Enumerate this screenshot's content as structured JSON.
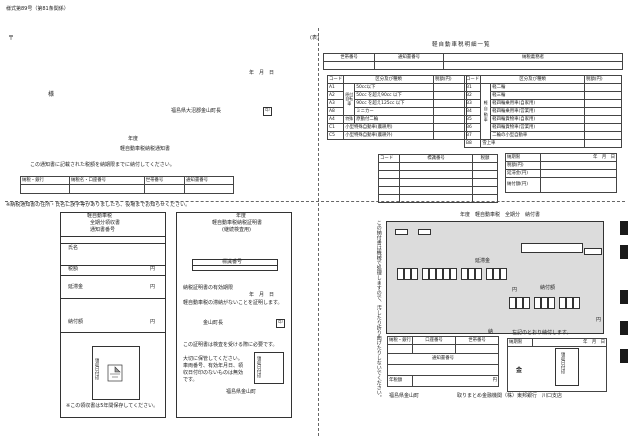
{
  "header": {
    "form_no": "様式第89号（第81条関係）",
    "postal_mark": "〒",
    "sama": "様",
    "date": "年　月　日",
    "issuer": "福島県大沼郡金山町長",
    "seal_mark": "印",
    "mid_mark": "(表)"
  },
  "notice": {
    "year": "年度",
    "title": "軽自動車税納税通知書",
    "instruction": "この通知書に記載された税額を納期限までに納付してください。",
    "columns": [
      "納税・銀行",
      "納税名・口座番号",
      "世帯番号",
      "通知書番号"
    ],
    "footnote": "※納税通知書の住所・氏名に誤字等がありましたら、役場までお知らせください。"
  },
  "detail": {
    "title": "軽自動車税明細一覧",
    "header_cols": [
      "世帯番号",
      "通知書番号",
      "納税義務者"
    ],
    "tax_header_left": [
      "コード",
      "区分及び種類",
      "税額(円)"
    ],
    "tax_header_right": [
      "コード",
      "区分及び種類",
      "税額(円)"
    ],
    "left_group1": "原付自転車",
    "left_group2": "特殊",
    "left_rows": [
      {
        "code": "A1",
        "desc": "50cc以下"
      },
      {
        "code": "A2",
        "desc": "50cc を超え90cc 以下"
      },
      {
        "code": "A3",
        "desc": "90cc を超え125cc 以下"
      },
      {
        "code": "A8",
        "desc": "ミニカー"
      },
      {
        "code": "A4",
        "desc": "原動付二輪"
      },
      {
        "code": "C1",
        "desc": "小型特殊自動車(農耕用)"
      },
      {
        "code": "C5",
        "desc": "小型特殊自動車(農耕外)"
      }
    ],
    "right_group": "軽自動車",
    "right_rows": [
      {
        "code": "B1",
        "desc": "軽二輪"
      },
      {
        "code": "B2",
        "desc": "軽三輪"
      },
      {
        "code": "B3",
        "desc": "軽四輪乗用車(自家用)"
      },
      {
        "code": "B4",
        "desc": "軽四輪乗用車(営業用)"
      },
      {
        "code": "B5",
        "desc": "軽四輪貨物車(自家用)"
      },
      {
        "code": "B6",
        "desc": "軽四輪貨物車(営業用)"
      },
      {
        "code": "B7",
        "desc": "二輪の小型自動車"
      },
      {
        "code": "B8",
        "desc": "雪上車"
      }
    ],
    "plate_cols": [
      "コード",
      "標識番号",
      "税額"
    ],
    "totals": [
      "納期限",
      "税額(円)",
      "延滞金(円)",
      "納付額(円)"
    ],
    "totals_date": "年　月　日"
  },
  "receipt": {
    "title_lines": [
      "軽自動車税",
      "全期分領収書",
      "通知書番号"
    ],
    "rows": [
      "氏名",
      "税額",
      "延滞金",
      "納付額"
    ],
    "yen": "円",
    "stamp": "領収日付印",
    "footnote": "※この領収書は5年間保存してください。"
  },
  "certificate": {
    "year": "年度",
    "title_lines": [
      "軽自動車税納税証明書",
      "(継続検査用)"
    ],
    "plate_label": "標識番号",
    "validity": "納税証明書の有効期限",
    "date": "年　月　日",
    "statement": "軽自動車税の滞納がないことを証明します。",
    "issuer": "金山町長",
    "seal_mark": "印",
    "usage": "この証明書は検査を受ける際に必要です。",
    "storage": [
      "大切に保管してください。",
      "車両番号、有効年月日、領",
      "収日付印のないものは無効",
      "です。"
    ],
    "stamp": "領収日付印",
    "location": "福島県金山町"
  },
  "payment": {
    "title": "年度　軽自動車税　全期分　納付書",
    "vertical_note": "この納付書は機械で処理しますので、汚したり折り曲げたりしないでください。",
    "arrears_label": "延滞金",
    "payment_label": "納付額",
    "yen": "円",
    "row_labels": [
      "納税・銀行",
      "口座番号",
      "世帯番号"
    ],
    "tax_label": "通知書番号",
    "tax_amount": "年税額",
    "received_note": "左記のとおり納付します。",
    "due_label": "納期限",
    "date": "年　月　日",
    "bank_mark": "金",
    "stamp": "領収日付印",
    "location": "福島県金山町",
    "agency": "取りまとめ金融機関（株）東邦銀行　川口支店",
    "sign_mark": "納"
  }
}
